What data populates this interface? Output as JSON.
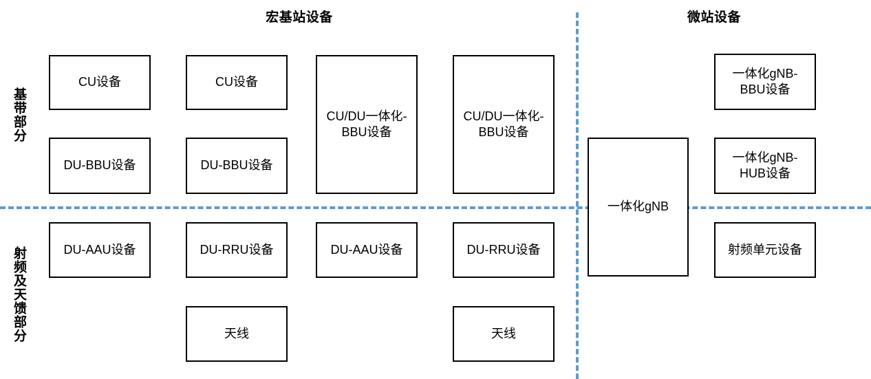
{
  "colors": {
    "divider": "#5B9BD5",
    "box_border": "#000000",
    "text": "#000000",
    "background": "#FFFFFF"
  },
  "sections": [
    {
      "key": "macro",
      "title": "宏基站设备"
    },
    {
      "key": "micro",
      "title": "微站设备"
    }
  ],
  "row_labels": [
    {
      "key": "baseband",
      "label": "基带部分"
    },
    {
      "key": "rf_antenna",
      "label": "射频及天馈部分"
    }
  ],
  "nodes": [
    {
      "id": "macro-c1-cu",
      "label": "CU设备"
    },
    {
      "id": "macro-c1-du-bbu",
      "label": "DU-BBU设备"
    },
    {
      "id": "macro-c1-du-aau",
      "label": "DU-AAU设备"
    },
    {
      "id": "macro-c2-cu",
      "label": "CU设备"
    },
    {
      "id": "macro-c2-du-bbu",
      "label": "DU-BBU设备"
    },
    {
      "id": "macro-c2-du-rru",
      "label": "DU-RRU设备"
    },
    {
      "id": "macro-c2-antenna",
      "label": "天线"
    },
    {
      "id": "macro-c3-cudu-bbu",
      "label": "CU/DU一体化-BBU设备"
    },
    {
      "id": "macro-c3-du-aau",
      "label": "DU-AAU设备"
    },
    {
      "id": "macro-c4-cudu-bbu",
      "label": "CU/DU一体化-BBU设备"
    },
    {
      "id": "macro-c4-du-rru",
      "label": "DU-RRU设备"
    },
    {
      "id": "macro-c4-antenna",
      "label": "天线"
    },
    {
      "id": "micro-gnb",
      "label": "一体化gNB"
    },
    {
      "id": "micro-gnb-bbu",
      "label": "一体化gNB-BBU设备"
    },
    {
      "id": "micro-gnb-hub",
      "label": "一体化gNB-HUB设备"
    },
    {
      "id": "micro-rf-unit",
      "label": "射频单元设备"
    }
  ]
}
